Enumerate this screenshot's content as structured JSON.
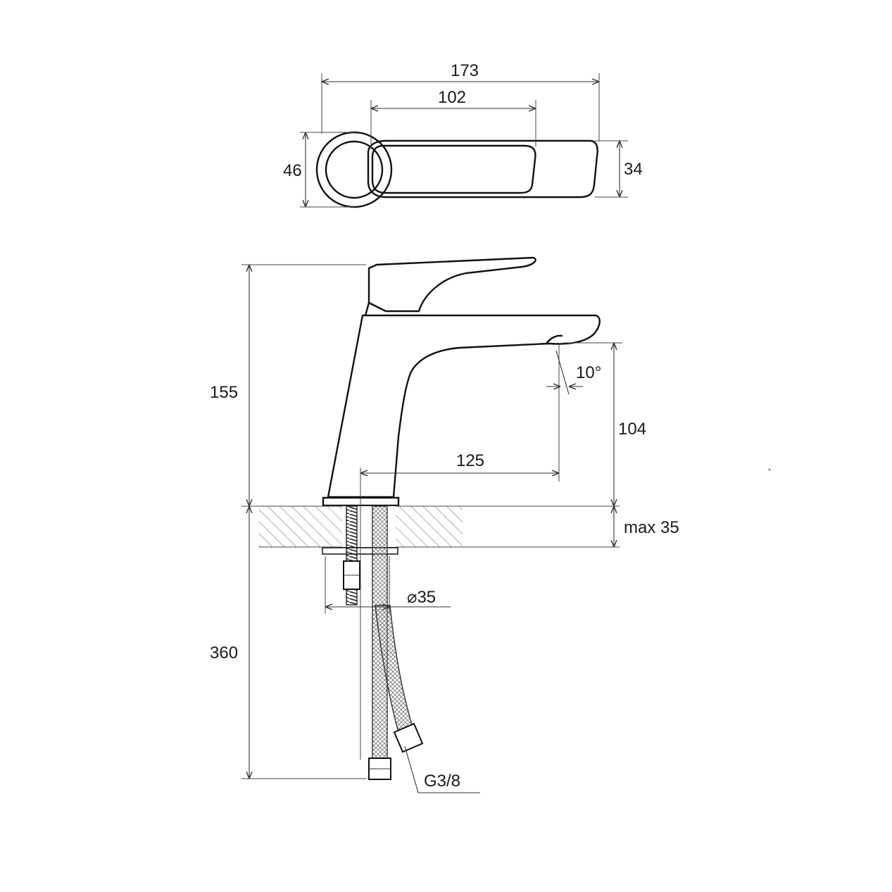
{
  "dimensions": {
    "top_width_overall": "173",
    "top_handle_length": "102",
    "top_base_diameter": "46",
    "top_handle_width": "34",
    "height": "155",
    "spout_angle": "10°",
    "spout_outlet_height": "104",
    "spout_reach": "125",
    "deck_thickness": "max 35",
    "hole_diameter": "⌀35",
    "hose_length": "360",
    "hose_thread": "G3/8"
  },
  "colors": {
    "line": "#111111",
    "background": "#ffffff"
  }
}
